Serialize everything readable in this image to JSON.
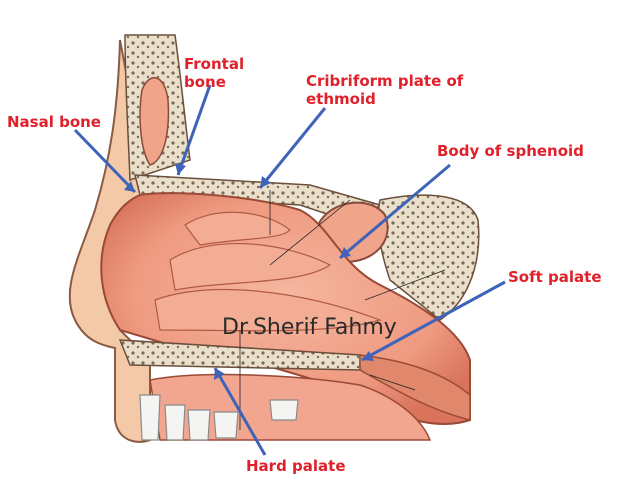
{
  "labels": {
    "nasal_bone": "Nasal bone",
    "frontal_bone": "Frontal\nbone",
    "cribriform": "Cribriform plate of\nethmoid",
    "sphenoid": "Body of sphenoid",
    "soft_palate": "Soft palate",
    "hard_palate": "Hard palate"
  },
  "watermark": "Dr.Sherif Fahmy",
  "colors": {
    "label_text": "#e0202a",
    "arrow": "#3f63b8",
    "tissue": "#f0a58a",
    "bone": "#e6dcc8"
  }
}
